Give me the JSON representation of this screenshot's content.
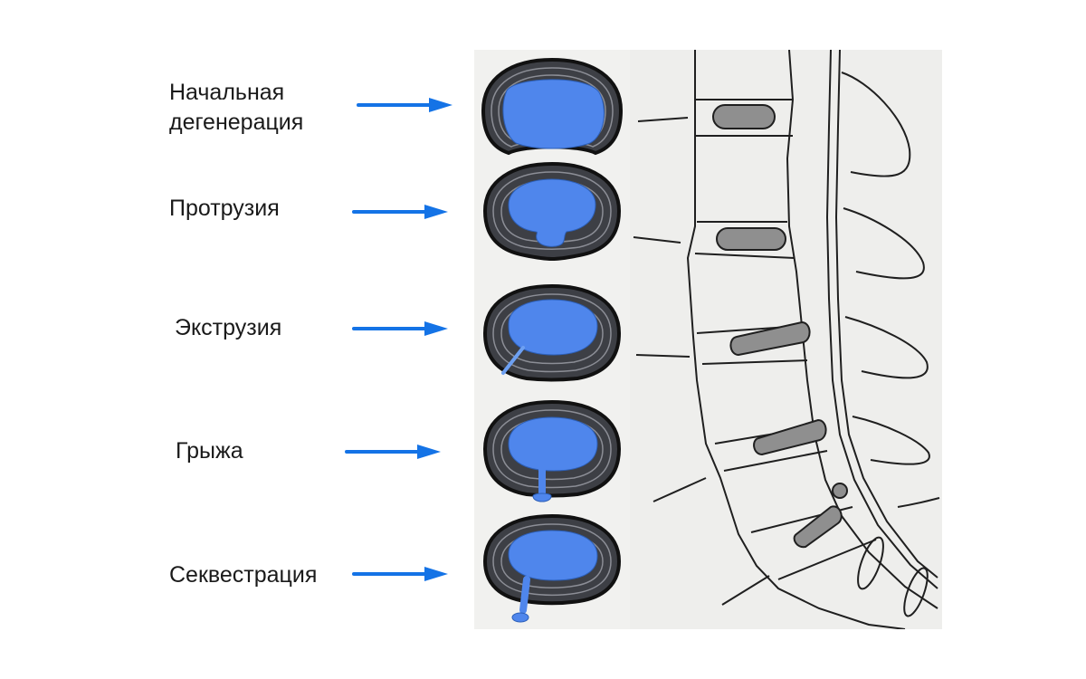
{
  "colors": {
    "arrow": "#1473e6",
    "nucleus": "#4f86ec",
    "annulus_dark": "#3d3f45",
    "ring_line": "#9a9ca3",
    "panel_bg": "#f1f1ef",
    "bone_fill": "#f6f6f4",
    "disc_gray": "#8f8f8f",
    "outline": "#1f1f1f"
  },
  "stages": [
    {
      "label": "Начальная\nдегенерация",
      "stage": "initial-degeneration",
      "nucleus_escape": "none"
    },
    {
      "label": "Протрузия",
      "stage": "protrusion",
      "nucleus_escape": "bulge"
    },
    {
      "label": "Экструзия",
      "stage": "extrusion",
      "nucleus_escape": "thin-tear"
    },
    {
      "label": "Грыжа",
      "stage": "herniation",
      "nucleus_escape": "through-annulus"
    },
    {
      "label": "Секвестрация",
      "stage": "sequestration",
      "nucleus_escape": "detached-fragment"
    }
  ],
  "icons": {
    "pointer": "arrow-right-icon",
    "disc": "disc-cross-section-icon",
    "spine": "lumbar-spine-sagittal-icon"
  }
}
